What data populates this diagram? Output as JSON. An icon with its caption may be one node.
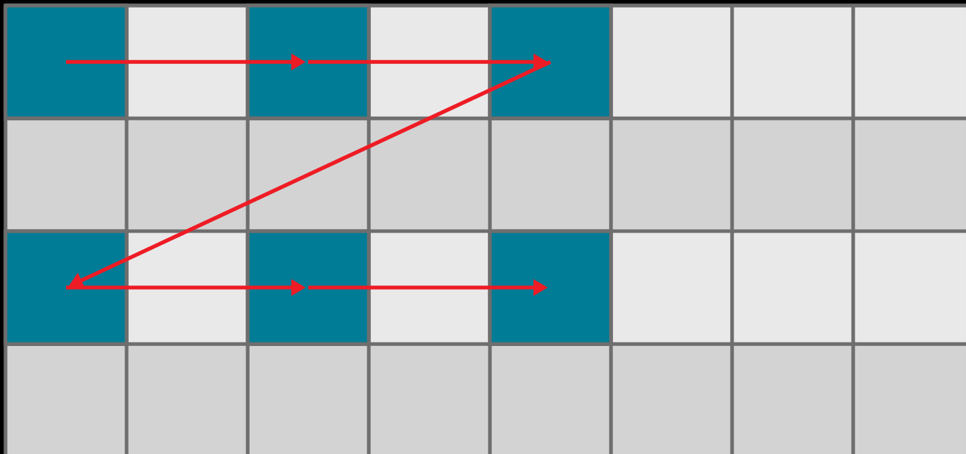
{
  "diagram": {
    "nodes": [
      {
        "text": [],
        "shape": "box"
      },
      {
        "text": [],
        "shape": "box"
      },
      {
        "text": [],
        "shape": "box"
      },
      {
        "text": [],
        "shape": "box"
      },
      {
        "text": [],
        "shape": "box"
      },
      {
        "text": [],
        "shape": "box"
      }
    ],
    "edges": [
      {
        "from": 0,
        "to": 1,
        "arrow": "to"
      },
      {
        "from": 1,
        "to": 2,
        "arrow": "to"
      },
      {
        "from": 2,
        "to": 3,
        "arrow": "to"
      },
      {
        "from": 3,
        "to": 4,
        "arrow": "to"
      },
      {
        "from": 4,
        "to": 5,
        "arrow": "to"
      }
    ]
  }
}
